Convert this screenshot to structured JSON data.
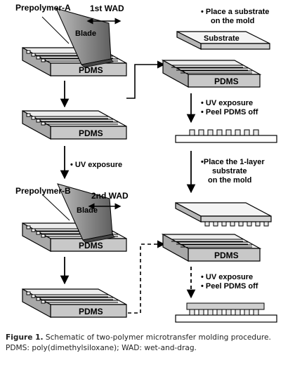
{
  "labels": {
    "prepolymer_a": "Prepolymer-A",
    "first_wad": "1st WAD",
    "blade": "Blade",
    "pdms": "PDMS",
    "uv_exposure": "• UV exposure",
    "prepolymer_b": "Prepolymer-B",
    "second_wad": "2nd WAD",
    "place_substrate_line1": "• Place a substrate",
    "place_substrate_line2": "on the mold",
    "substrate": "Substrate",
    "uv_exposure_right": "• UV exposure",
    "peel_pdms_off": "• Peel PDMS off",
    "place_1layer_line1": "•Place the 1-layer",
    "place_1layer_line2": "substrate",
    "place_1layer_line3": "on the mold"
  },
  "caption": {
    "figure_label": "Figure 1.",
    "text": "Schematic of two-polymer microtransfer molding procedure. PDMS: poly(dimethylsiloxane); WAD: wet-and-drag."
  }
}
